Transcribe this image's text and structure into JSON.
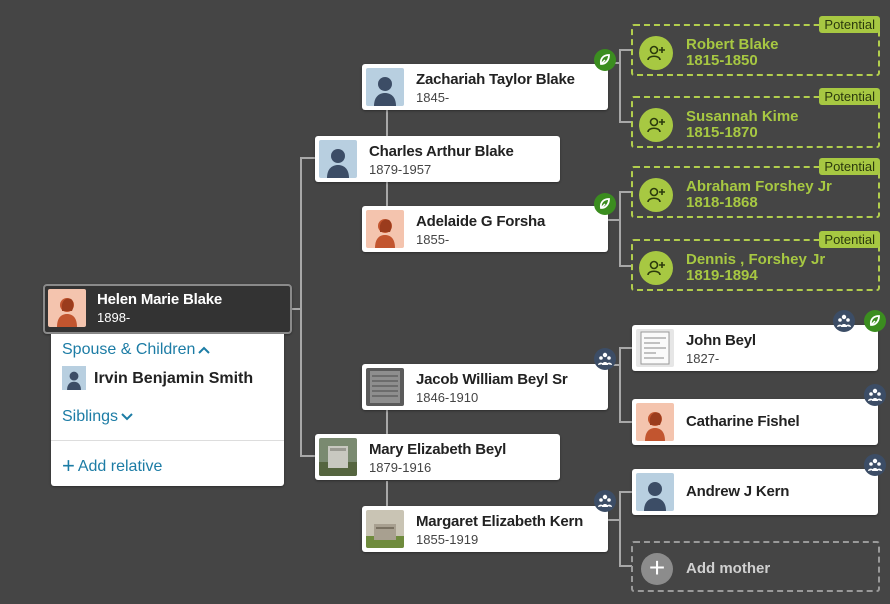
{
  "focus_person": {
    "name": "Helen Marie Blake",
    "years": "1898-"
  },
  "menu": {
    "spouse_children_label": "Spouse & Children",
    "spouse_name": "Irvin Benjamin Smith",
    "siblings_label": "Siblings",
    "add_relative_label": "Add relative"
  },
  "parents": {
    "father": {
      "name": "Charles Arthur Blake",
      "years": "1879-1957"
    },
    "mother": {
      "name": "Mary Elizabeth Beyl",
      "years": "1879-1916"
    }
  },
  "grandparents": {
    "paternal_grandfather": {
      "name": "Zachariah Taylor Blake",
      "years": "1845-"
    },
    "paternal_grandmother": {
      "name": "Adelaide G Forsha",
      "years": "1855-"
    },
    "maternal_grandfather": {
      "name": "Jacob William Beyl Sr",
      "years": "1846-1910"
    },
    "maternal_grandmother": {
      "name": "Margaret Elizabeth Kern",
      "years": "1855-1919"
    }
  },
  "potential_label": "Potential",
  "potential_parents": [
    {
      "name": "Robert Blake",
      "years": "1815-1850"
    },
    {
      "name": "Susannah Kime",
      "years": "1815-1870"
    },
    {
      "name": "Abraham Forshey Jr",
      "years": "1818-1868"
    },
    {
      "name": "Dennis , Forshey Jr",
      "years": "1819-1894"
    }
  ],
  "great_grandparents": [
    {
      "name": "John Beyl",
      "years": "1827-"
    },
    {
      "name": "Catharine Fishel",
      "years": ""
    },
    {
      "name": "Andrew J Kern",
      "years": ""
    }
  ],
  "add_mother_label": "Add mother",
  "icons": {
    "hint": "leaf-hint-icon",
    "family": "family-group-icon",
    "add_person": "add-person-icon",
    "chevron_up": "chevron-up-icon",
    "chevron_down": "chevron-down-icon",
    "plus": "plus-icon"
  },
  "colors": {
    "background": "#454545",
    "potential_green": "#a7c842",
    "link_blue": "#1c7ca5",
    "focus_card": "#333333",
    "hint_badge": "#3b8d1f",
    "family_badge": "#3c4d66"
  }
}
